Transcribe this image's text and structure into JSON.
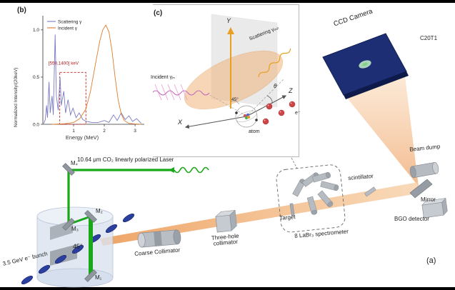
{
  "figure": {
    "panel_a": "(a)",
    "panel_b": "(b)",
    "panel_c": "(c)"
  },
  "chart_data": {
    "type": "line",
    "title": "",
    "xlabel": "Energy (MeV)",
    "ylabel": "Normalized Intensity/(20keV)",
    "xlim": [
      0,
      3.3
    ],
    "ylim": [
      0,
      1.15
    ],
    "x_ticks": [
      1,
      2,
      3
    ],
    "x_tick_labels": [
      "1",
      "2",
      "3"
    ],
    "y_ticks": [
      0,
      0.5,
      1.0
    ],
    "y_tick_labels": [
      "0.0",
      "0.5",
      "1.0"
    ],
    "grid": false,
    "legend_position": "upper-left",
    "annotation": "[550,1400] keV",
    "annotation_box": {
      "x0": 0.55,
      "x1": 1.4,
      "y0": 0,
      "y1": 0.55
    },
    "series": [
      {
        "name": "Scattering γ",
        "color": "#7a7ac2",
        "points": [
          [
            0.03,
            0.01
          ],
          [
            0.08,
            0.05
          ],
          [
            0.12,
            0.2
          ],
          [
            0.15,
            0.07
          ],
          [
            0.2,
            0.45
          ],
          [
            0.24,
            0.12
          ],
          [
            0.3,
            0.3
          ],
          [
            0.34,
            0.1
          ],
          [
            0.4,
            0.95
          ],
          [
            0.44,
            0.3
          ],
          [
            0.5,
            0.15
          ],
          [
            0.56,
            0.5
          ],
          [
            0.6,
            0.2
          ],
          [
            0.68,
            0.35
          ],
          [
            0.74,
            0.12
          ],
          [
            0.82,
            0.26
          ],
          [
            0.9,
            0.1
          ],
          [
            0.98,
            0.17
          ],
          [
            1.08,
            0.07
          ],
          [
            1.18,
            0.12
          ],
          [
            1.3,
            0.05
          ],
          [
            1.42,
            0.03
          ],
          [
            1.6,
            0.02
          ],
          [
            1.8,
            0.02
          ],
          [
            2.0,
            0.04
          ],
          [
            2.15,
            0.02
          ],
          [
            2.3,
            0.1
          ],
          [
            2.42,
            0.04
          ],
          [
            2.55,
            0.12
          ],
          [
            2.68,
            0.05
          ],
          [
            2.8,
            0.09
          ],
          [
            2.92,
            0.03
          ],
          [
            3.05,
            0.06
          ],
          [
            3.2,
            0.01
          ]
        ]
      },
      {
        "name": "Incident γ",
        "color": "#e07b2a",
        "points": [
          [
            0.3,
            0
          ],
          [
            0.7,
            0.005
          ],
          [
            1.0,
            0.02
          ],
          [
            1.2,
            0.06
          ],
          [
            1.4,
            0.16
          ],
          [
            1.55,
            0.35
          ],
          [
            1.7,
            0.62
          ],
          [
            1.85,
            0.88
          ],
          [
            1.95,
            1.0
          ],
          [
            2.05,
            1.05
          ],
          [
            2.15,
            0.98
          ],
          [
            2.25,
            0.78
          ],
          [
            2.35,
            0.5
          ],
          [
            2.45,
            0.26
          ],
          [
            2.55,
            0.11
          ],
          [
            2.65,
            0.04
          ],
          [
            2.8,
            0.01
          ],
          [
            3.0,
            0.003
          ],
          [
            3.2,
            0
          ]
        ]
      }
    ]
  },
  "panel_c": {
    "axis_x": "X",
    "axis_y": "Y",
    "axis_z": "Z",
    "incident": "Incident γᵢₙ",
    "scattering": "Scattering γₒᵤₜ",
    "theta": "θ",
    "angle_45": "45°",
    "atom": "atom",
    "electron": "e⁻"
  },
  "apparatus": {
    "laser": "10.64 μm CO₂ linearly polarized Laser",
    "m1": "M₁",
    "m2": "M₂",
    "m3": "M₃",
    "m4": "M₄",
    "angle_45": "45°",
    "ebunch": "3.5 GeV e⁻ bunch",
    "coarse_collimator": "Coarse Collimator",
    "three_hole_collimator": "Three-hole collimator",
    "target": "Target",
    "spectrometer": "8 LaBr₃ spectrometer",
    "scintillator": "scintillator",
    "beam_dump": "Beam dump",
    "mirror": "Mirror",
    "bgo": "BGO detector",
    "ccd": "CCD Camera",
    "camera_id": "C20T1"
  },
  "colors": {
    "beam": "#eda05e",
    "laser": "#18a818",
    "camera": "#1d2e74",
    "accent_red": "#c21f1f",
    "scattering_series": "#7a7ac2",
    "incident_series": "#e07b2a"
  }
}
